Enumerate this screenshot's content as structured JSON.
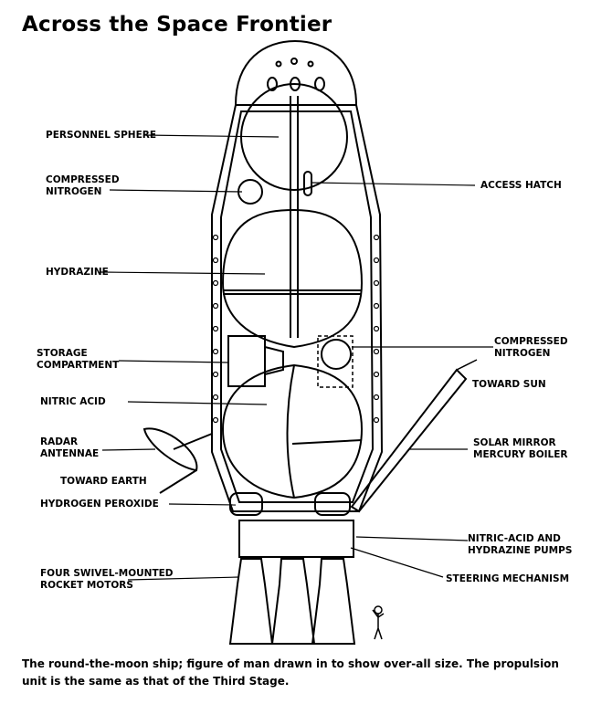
{
  "title": "Across the Space Frontier",
  "labels": {
    "personnel_sphere": "PERSONNEL SPHERE",
    "compressed_nitrogen_left": "COMPRESSED\nNITROGEN",
    "access_hatch": "ACCESS HATCH",
    "hydrazine": "HYDRAZINE",
    "compressed_nitrogen_right": "COMPRESSED\nNITROGEN",
    "storage_compartment": "STORAGE\nCOMPARTMENT",
    "toward_sun": "TOWARD SUN",
    "nitric_acid": "NITRIC ACID",
    "radar_antennae": "RADAR\nANTENNAE",
    "solar_mirror": "SOLAR MIRROR\nMERCURY BOILER",
    "toward_earth": "TOWARD EARTH",
    "hydrogen_peroxide": "HYDROGEN PEROXIDE",
    "pumps": "NITRIC-ACID AND\nHYDRAZINE PUMPS",
    "rocket_motors": "FOUR SWIVEL-MOUNTED\nROCKET MOTORS",
    "steering": "STEERING MECHANISM"
  },
  "caption": "The round-the-moon ship; figure of man drawn in to show over-all size. The propulsion unit is the same as that of the Third Stage."
}
